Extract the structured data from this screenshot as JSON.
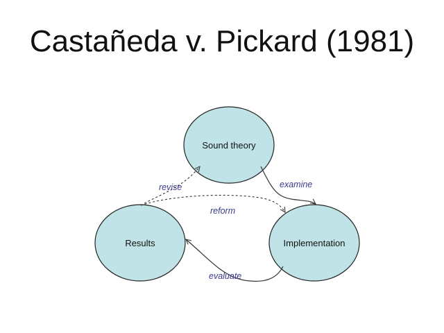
{
  "slide": {
    "title": "Castañeda v. Pickard (1981)"
  },
  "diagram": {
    "nodes": {
      "theory": {
        "label": "Sound theory"
      },
      "implementation": {
        "label": "Implementation"
      },
      "results": {
        "label": "Results"
      }
    },
    "edges": {
      "examine": {
        "label": "examine",
        "style": "solid"
      },
      "evaluate": {
        "label": "evaluate",
        "style": "solid"
      },
      "revise": {
        "label": "revise",
        "style": "dashed"
      },
      "reform": {
        "label": "reform",
        "style": "dashed"
      }
    },
    "colors": {
      "node_fill": "#bfe3e6",
      "node_stroke": "#222222",
      "edge_stroke": "#333333",
      "edge_label": "#3a3a8c"
    }
  }
}
